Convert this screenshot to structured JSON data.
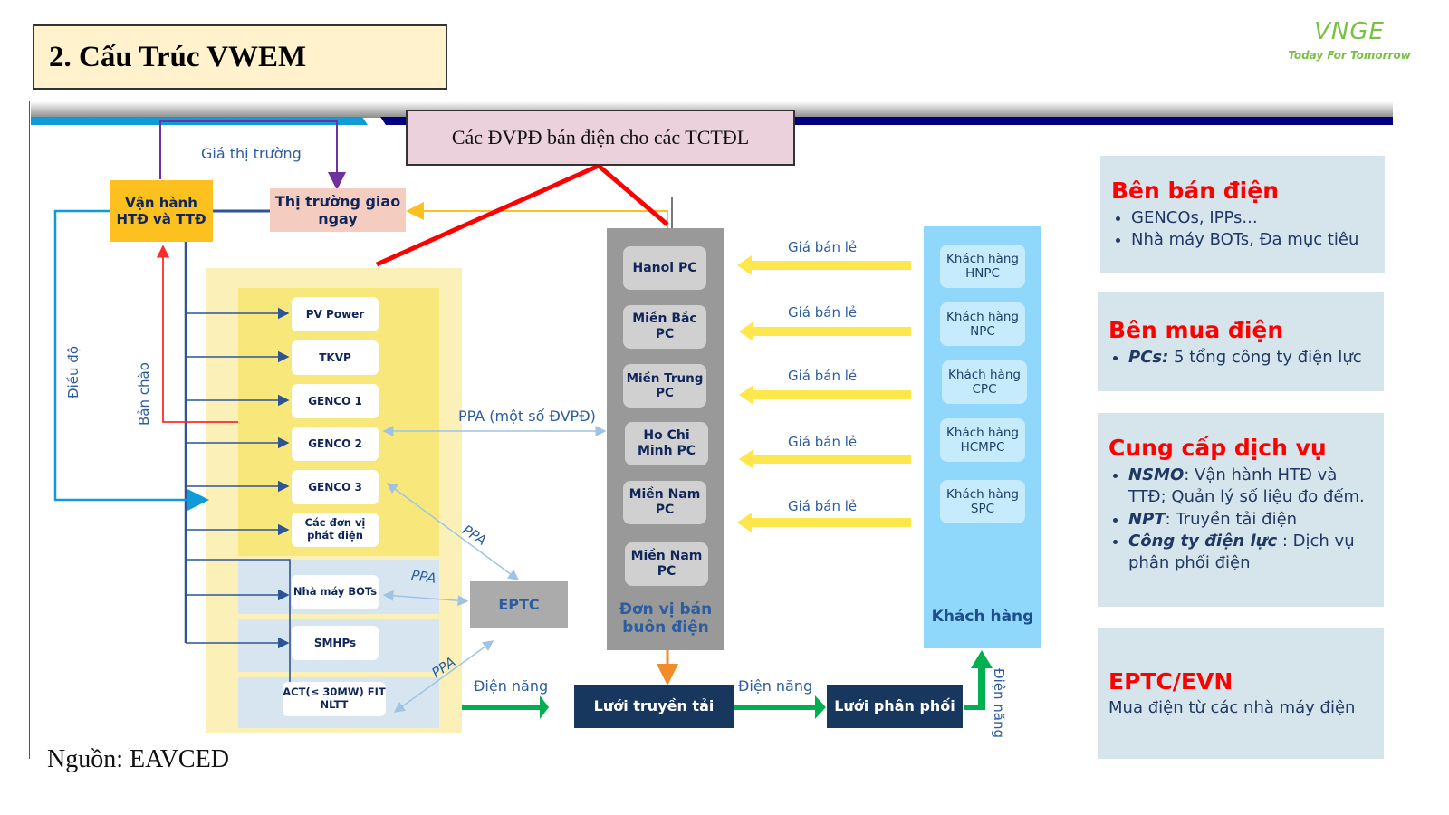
{
  "title": "2. Cấu Trúc VWEM",
  "logo": {
    "brand": "VNGE",
    "tagline": "Today For Tomorrow",
    "color": "#7ac143"
  },
  "callout": "Các ĐVPĐ bán điện cho các TCTĐL",
  "source": "Nguồn: EAVCED",
  "diagram": {
    "operator": "Vận hành HTĐ và TTĐ",
    "spot_market": "Thị trường giao ngay",
    "market_price_label": "Giá thị trường",
    "dispatch_label": "Điều độ",
    "offer_label": "Bản chào",
    "generators": [
      "PV Power",
      "TKVP",
      "GENCO 1",
      "GENCO 2",
      "GENCO 3",
      "Các đơn vị phát điện",
      "Nhà máy BOTs",
      "SMHPs",
      "ACT(≤ 30MW) FIT NLTT"
    ],
    "ppa_some_label": "PPA (một số ĐVPĐ)",
    "ppa_labels": [
      "PPA",
      "PPA",
      "PPA"
    ],
    "eptc": "EPTC",
    "wholesale_units": [
      "Hanoi PC",
      "Miền Bắc PC",
      "Miền Trung PC",
      "Ho Chi Minh PC",
      "Miền Nam PC",
      "Miền Nam PC"
    ],
    "wholesale_title": "Đơn vị bán buôn điện",
    "retail_price_label": "Giá bán lẻ",
    "customers": [
      "Khách hàng HNPC",
      "Khách hàng NPC",
      "Khách hàng CPC",
      "Khách hàng HCMPC",
      "Khách hàng SPC"
    ],
    "customers_title": "Khách hàng",
    "transmission": "Lưới truyền tải",
    "distribution": "Lưới phân phối",
    "energy_label": "Điện năng"
  },
  "panels": [
    {
      "heading": "Bên bán điện",
      "items": [
        {
          "em": "",
          "text": "GENCOs, IPPs..."
        },
        {
          "em": "",
          "text": "Nhà máy BOTs, Đa mục tiêu"
        }
      ]
    },
    {
      "heading": "Bên mua điện",
      "items": [
        {
          "em": "PCs:",
          "text": " 5 tổng công ty điện lực"
        }
      ]
    },
    {
      "heading": "Cung cấp dịch vụ",
      "items": [
        {
          "em": "NSMO",
          "text": ": Vận hành HTĐ và TTĐ; Quản lý số liệu đo đếm."
        },
        {
          "em": "NPT",
          "text": ": Truyền tải điện"
        },
        {
          "em": "Công ty điện lực",
          "text": " : Dịch vụ phân phối điện"
        }
      ]
    },
    {
      "heading": "EPTC/EVN",
      "text": "Mua điện từ các nhà máy điện"
    }
  ],
  "colors": {
    "accent_red": "#ff0000",
    "navy": "#17375e",
    "arrow_yellow": "#fde74c",
    "arrow_green": "#00b050",
    "customer_blue": "#8fd8fb",
    "wholesale_gray": "#999999"
  }
}
